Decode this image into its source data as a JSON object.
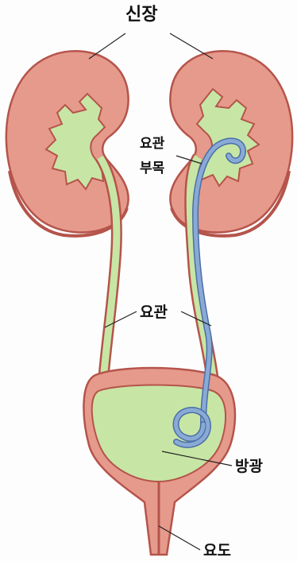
{
  "labels": {
    "kidney": "신장",
    "ureteral_stent_line1": "요관",
    "ureteral_stent_line2": "부목",
    "ureter": "요관",
    "bladder": "방광",
    "urethra": "요도"
  },
  "colors": {
    "kidney_fill": "#e69a8c",
    "kidney_outline": "#b5544b",
    "urine_fill": "#c7e6a5",
    "stent": "#8aaad6",
    "stent_outline": "#4b6fa7",
    "label_text": "#111111"
  }
}
